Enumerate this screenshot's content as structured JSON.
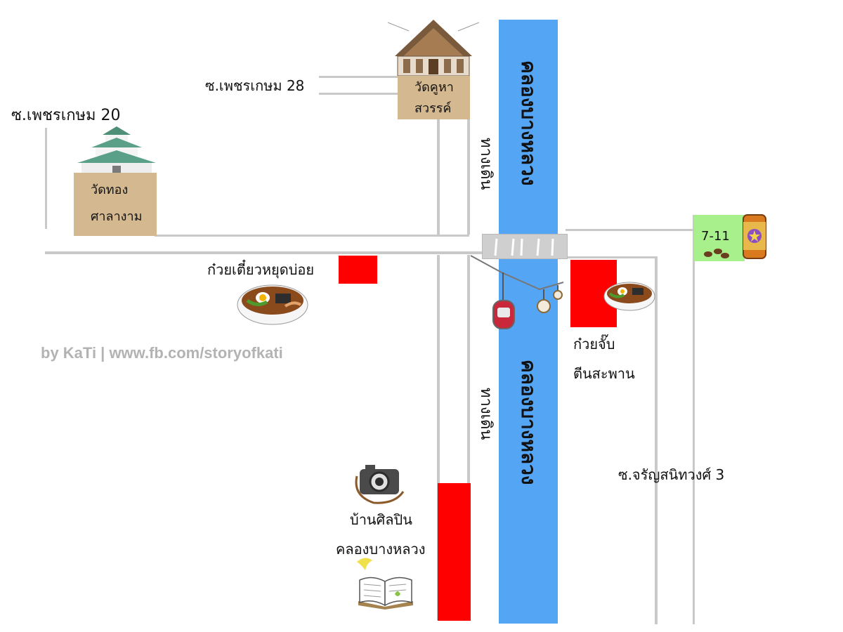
{
  "map": {
    "soi_petchkasem_20": "ซ.เพชรเกษม 20",
    "soi_petchkasem_28": "ซ.เพชรเกษม 28",
    "wat_khuha_line1": "วัดคูหา",
    "wat_khuha_line2": "สวรรค์",
    "wat_thong_line1": "วัดทอง",
    "wat_thong_line2": "ศาลางาม",
    "canal_name_top": "คลองบางหลวง",
    "canal_name_bottom": "คลองบางหลวง",
    "walkway_top": "ทางเดิน",
    "walkway_bottom": "ทางเดิน",
    "seven_eleven": "7-11",
    "noodle_hyud_boi": "ก๋วยเตี๋ยวหยุดบ่อย",
    "guay_jub_line1": "ก๋วยจั๊บ",
    "guay_jub_line2": "ตีนสะพาน",
    "soi_charansanitwong_3": "ซ.จรัญสนิทวงศ์ 3",
    "artist_house_line1": "บ้านศิลปิน",
    "artist_house_line2": "คลองบางหลวง",
    "credit": "by KaTi | www.fb.com/storyofkati"
  },
  "colors": {
    "canal": "#55a5f5",
    "road": "#c9c9c9",
    "temple_box": "#d4b88f",
    "marker": "#ff0000",
    "seven_eleven_box": "#a8f08c"
  }
}
